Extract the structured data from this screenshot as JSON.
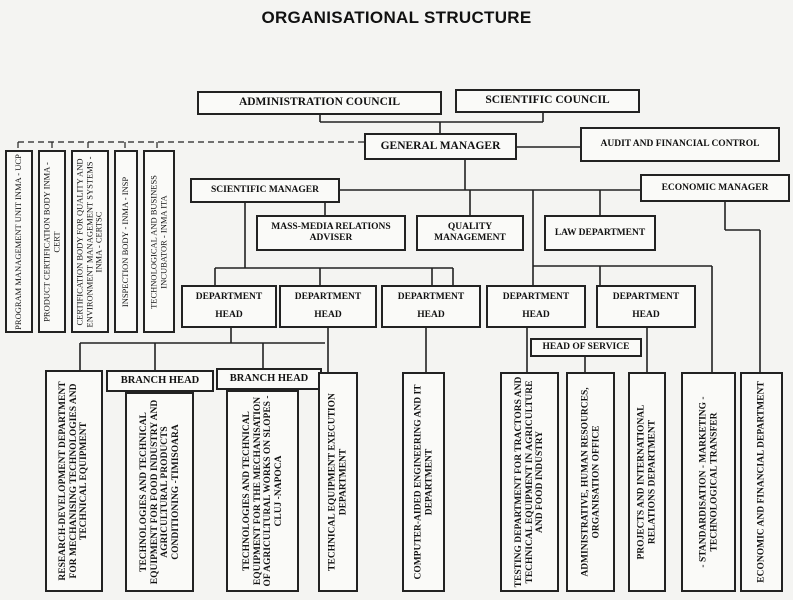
{
  "title": "ORGANISATIONAL STRUCTURE",
  "top": {
    "administration_council": "ADMINISTRATION COUNCIL",
    "scientific_council": "SCIENTIFIC COUNCIL",
    "general_manager": "GENERAL MANAGER",
    "audit_control": "AUDIT AND FINANCIAL CONTROL"
  },
  "units": [
    "PROGRAM MANAGEMENT UNIT INMA - UCP",
    "PRODUCT CERTIFICATION BODY INMA - CERT",
    "CERTIFICATION BODY FOR QUALITY AND ENVIRONMENT MANAGEMENT SYSTEMS - INMA - CERTSC",
    "INSPECTION BODY - INMA - INSP",
    "TECHNOLOGICAL AND BUSINESS INCUBATOR - INMA ITA"
  ],
  "managers": {
    "scientific_manager": "SCIENTIFIC MANAGER",
    "economic_manager": "ECONOMIC MANAGER",
    "mass_media": "MASS-MEDIA RELATIONS ADVISER",
    "quality": "QUALITY MANAGEMENT",
    "law": "LAW DEPARTMENT"
  },
  "department_heads": [
    {
      "line1": "DEPARTMENT",
      "line2": "HEAD"
    },
    {
      "line1": "DEPARTMENT",
      "line2": "HEAD"
    },
    {
      "line1": "DEPARTMENT",
      "line2": "HEAD"
    },
    {
      "line1": "DEPARTMENT",
      "line2": "HEAD"
    },
    {
      "line1": "DEPARTMENT",
      "line2": "HEAD"
    }
  ],
  "branch_heads": [
    "BRANCH HEAD",
    "BRANCH HEAD"
  ],
  "head_of_service": "HEAD OF SERVICE",
  "departments": [
    "RESEARCH-DEVELOPMENT DEPARTMENT FOR MECHANISING TECHNOLOGIES AND TECHNICAL EQUIPMENT",
    "TECHNOLOGIES AND TECHNICAL EQUIPMENT FOR FOOD INDUSTRY AND AGRICULTURAL PRODUCTS CONDITIONING -TIMISOARA",
    "TECHNOLOGIES AND TECHNICAL EQUIPMENT FOR THE MECHANISATION OF AGRICULTURAL WORKS ON SLOPES - CLUJ -NAPOCA",
    "TECHNICAL EQUIPMENT EXECUTION DEPARTMENT",
    "COMPUTER-AIDED ENGINEERING AND IT DEPARTMENT",
    "TESTING DEPARTMENT FOR TRACTORS AND TECHNICAL EQUIPMENT IN AGRICULTURE AND FOOD INDUSTRY",
    "ADMINISTRATIVE, HUMAN RESOURCES, ORGANISATION OFFICE",
    "PROJECTS AND INTERNATIONAL RELATIONS DEPARTMENT",
    "- STANDARDISATION - MARKETING - TECHNOLOGICAL TRANSFER",
    "ECONOMIC AND FINANCIAL DEPARTMENT"
  ]
}
